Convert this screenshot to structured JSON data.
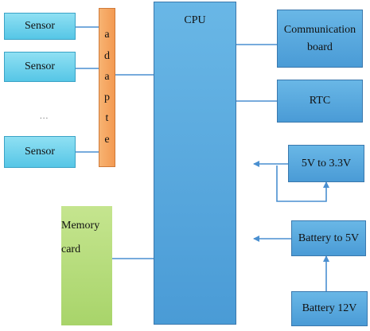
{
  "blocks": {
    "sensor_1": "Sensor",
    "sensor_2": "Sensor",
    "sensor_3": "Sensor",
    "ellipsis": "...",
    "adapter_letters": [
      "a",
      "d",
      "a",
      "p",
      "t",
      "e"
    ],
    "cpu": "CPU",
    "communication_board": [
      "Communication",
      "board"
    ],
    "rtc": "RTC",
    "converter_5v_33v": "5V to 3.3V",
    "battery_to_5v": "Battery to 5V",
    "battery_12v": "Battery 12V",
    "memory_card": [
      "Memory",
      "card"
    ]
  },
  "colors": {
    "box_blue": "#4a9bd6",
    "sensor_cyan": "#56c6e6",
    "adapter_orange": "#f39a52",
    "memory_green": "#a8d46a",
    "connector": "#4a8fd0"
  }
}
